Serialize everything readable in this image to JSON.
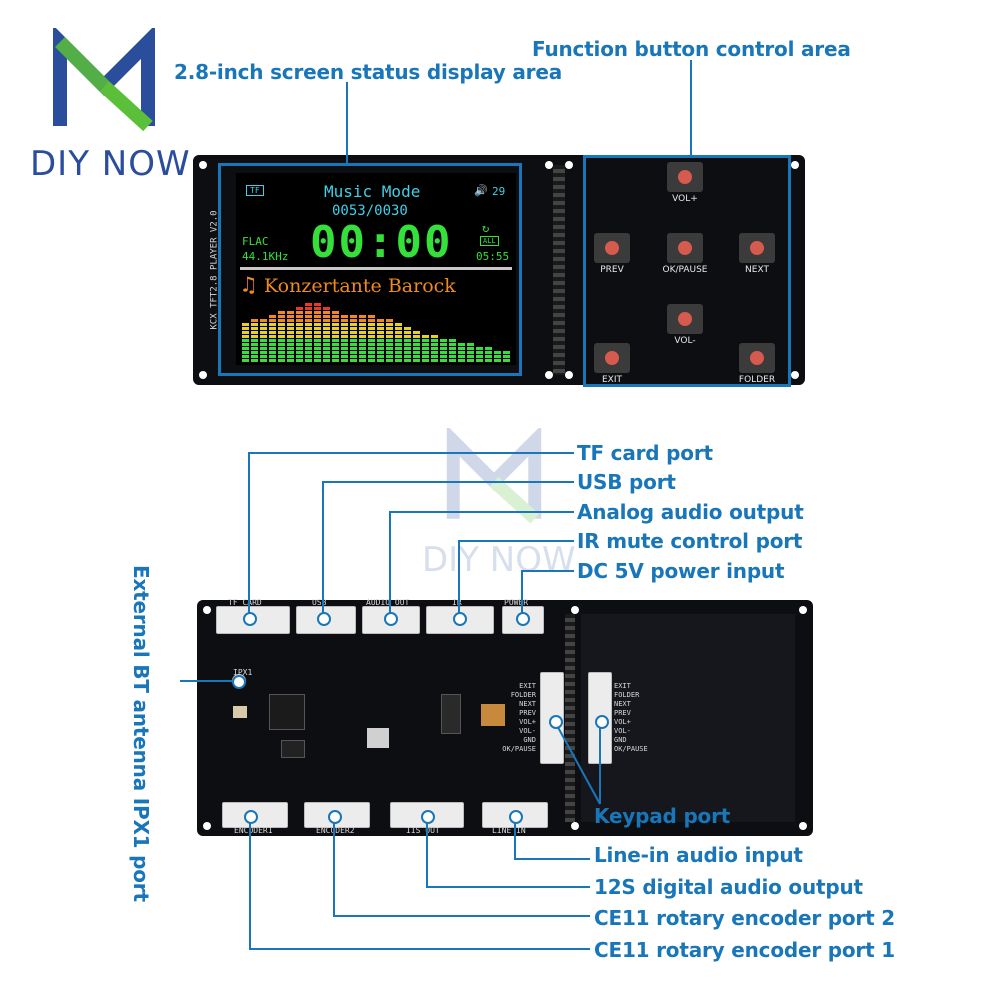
{
  "brand": {
    "name": "DIY NOW",
    "watermark": "DIY NOW"
  },
  "colors": {
    "callout": "#1976b8",
    "brand_blue": "#2a4d9c",
    "brand_green": "#5bbf3a",
    "lcd_green": "#35e03a",
    "lcd_cyan": "#3fd0e8",
    "lcd_orange": "#f08a1c"
  },
  "top_board": {
    "silkscreen": "KCX_TFT2.8_PLAYER_V2.0",
    "callouts": {
      "status_area": "2.8-inch screen status display area",
      "button_area": "Function button control area"
    },
    "lcd": {
      "tf_badge": "TF",
      "mode": "Music Mode",
      "volume": "29",
      "track_counter": "0053/0030",
      "elapsed": "00:00",
      "format": "FLAC",
      "sample_rate": "44.1KHz",
      "repeat_badge": "ALL",
      "duration": "05:55",
      "song_title": "Konzertante Barock",
      "spectrum": [
        40,
        44,
        47,
        50,
        53,
        55,
        58,
        62,
        60,
        57,
        54,
        51,
        50,
        49,
        48,
        46,
        44,
        40,
        36,
        33,
        31,
        29,
        27,
        25,
        23,
        21,
        19,
        17,
        15,
        13
      ]
    },
    "keys": {
      "vol_up": "VOL+",
      "prev": "PREV",
      "ok_pause": "OK/PAUSE",
      "next": "NEXT",
      "vol_down": "VOL-",
      "exit": "EXIT",
      "folder": "FOLDER"
    }
  },
  "bottom_board": {
    "top_connectors": [
      "TF CARD",
      "USB",
      "AUDIO OUT",
      "IR",
      "POWER"
    ],
    "bottom_connectors": [
      "ENCODER1",
      "ENCODER2",
      "IIS OUT",
      "LINE IN"
    ],
    "ipx_label": "IPX1",
    "keypad_pins": [
      "EXIT",
      "FOLDER",
      "NEXT",
      "PREV",
      "VOL+",
      "VOL-",
      "GND",
      "OK/PAUSE"
    ],
    "callouts": {
      "tf": "TF card port",
      "usb": "USB port",
      "analog": "Analog audio output",
      "ir": "IR mute control port",
      "dc": "DC 5V power input",
      "bt": "External BT antenna IPX1 port",
      "keypad": "Keypad port",
      "line_in": "Line-in audio input",
      "i2s": "12S digital audio output",
      "enc2": "CE11 rotary encoder port 2",
      "enc1": "CE11 rotary encoder port 1"
    }
  }
}
